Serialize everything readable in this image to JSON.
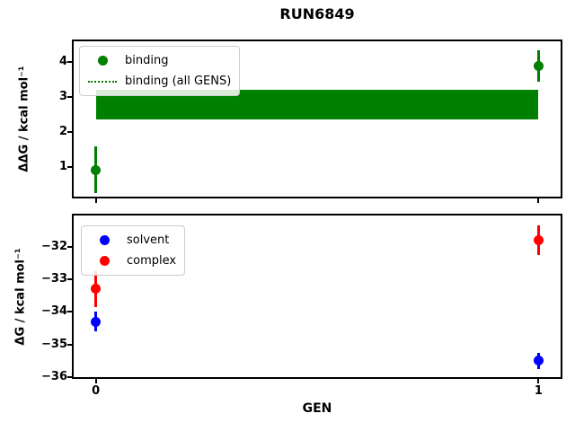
{
  "figure": {
    "title": "RUN6849",
    "xlabel": "GEN",
    "background": "#ffffff"
  },
  "colors": {
    "binding": "#008000",
    "solvent": "#0000ff",
    "complex": "#ff0000",
    "spine": "#000000",
    "legend_edge": "#cccccc"
  },
  "chart_data": [
    {
      "type": "scatter",
      "id": "ddg-binding-plot",
      "title": "",
      "ylabel": "ΔΔG / kcal mol⁻¹",
      "xlabel": "",
      "xlim": [
        -0.05,
        1.05
      ],
      "ylim": [
        0.15,
        4.6
      ],
      "yticks": [
        1,
        2,
        3,
        4
      ],
      "xticks": [
        0,
        1
      ],
      "show_xticklabels": false,
      "grid": false,
      "series": [
        {
          "name": "binding",
          "color": "#008000",
          "marker": "circle",
          "x": [
            0,
            1
          ],
          "y": [
            0.92,
            3.9
          ],
          "yerr": [
            0.68,
            0.45
          ]
        }
      ],
      "band": {
        "name": "binding (all GENS)",
        "color": "#008000",
        "x": [
          0,
          1
        ],
        "ylo": 2.35,
        "yhi": 3.2
      },
      "legend_position": "upper left",
      "legend": [
        {
          "label": "binding",
          "marker": "dot",
          "color": "#008000"
        },
        {
          "label": "binding (all GENS)",
          "marker": "dotted-line",
          "color": "#008000"
        }
      ]
    },
    {
      "type": "scatter",
      "id": "dg-plot",
      "title": "",
      "ylabel": "ΔG / kcal mol⁻¹",
      "xlabel": "GEN",
      "xlim": [
        -0.05,
        1.05
      ],
      "ylim": [
        -36.0,
        -31.05
      ],
      "yticks": [
        -32,
        -33,
        -34,
        -35,
        -36
      ],
      "xticks": [
        0,
        1
      ],
      "xticklabels": [
        "0",
        "1"
      ],
      "show_xticklabels": true,
      "grid": false,
      "series": [
        {
          "name": "solvent",
          "color": "#0000ff",
          "marker": "circle",
          "x": [
            0,
            1
          ],
          "y": [
            -34.3,
            -35.5
          ],
          "yerr": [
            0.3,
            0.25
          ]
        },
        {
          "name": "complex",
          "color": "#ff0000",
          "marker": "circle",
          "x": [
            0,
            1
          ],
          "y": [
            -33.3,
            -31.8
          ],
          "yerr": [
            0.55,
            0.45
          ]
        }
      ],
      "legend_position": "upper left",
      "legend": [
        {
          "label": "solvent",
          "marker": "dot",
          "color": "#0000ff"
        },
        {
          "label": "complex",
          "marker": "dot",
          "color": "#ff0000"
        }
      ]
    }
  ]
}
